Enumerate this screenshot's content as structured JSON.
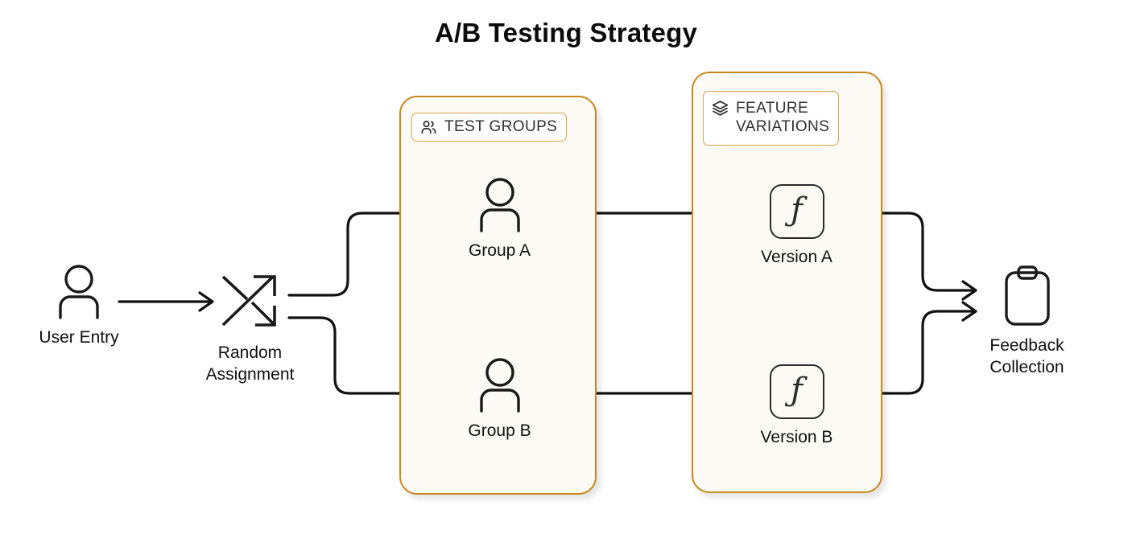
{
  "diagram": {
    "title": "A/B Testing Strategy",
    "accent_color": "#c8881f",
    "group_fill_color": "#fbfaf5",
    "badge_fill_color": "#ffffff",
    "stroke_color": "#111111",
    "background_color": "#ffffff"
  },
  "groups": [
    {
      "id": "test-groups",
      "badge_label": "TEST GROUPS",
      "badge_icon": "users-icon"
    },
    {
      "id": "feature-variations",
      "badge_label": "FEATURE\nVARIATIONS",
      "badge_icon": "layers-icon"
    }
  ],
  "nodes": [
    {
      "id": "user-entry",
      "label": "User Entry",
      "icon": "person-icon"
    },
    {
      "id": "random",
      "label": "Random\nAssignment",
      "icon": "shuffle-icon"
    },
    {
      "id": "group-a",
      "label": "Group A",
      "icon": "person-icon"
    },
    {
      "id": "group-b",
      "label": "Group B",
      "icon": "person-icon"
    },
    {
      "id": "version-a",
      "label": "Version A",
      "icon": "function-icon",
      "glyph": "ƒ"
    },
    {
      "id": "version-b",
      "label": "Version B",
      "icon": "function-icon",
      "glyph": "ƒ"
    },
    {
      "id": "feedback",
      "label": "Feedback\nCollection",
      "icon": "clipboard-icon"
    }
  ],
  "edges": [
    {
      "id": "edge-user-to-random",
      "from": "user-entry",
      "to": "random"
    },
    {
      "id": "edge-random-to-group-a",
      "from": "random",
      "to": "group-a"
    },
    {
      "id": "edge-random-to-group-b",
      "from": "random",
      "to": "group-b"
    },
    {
      "id": "edge-group-a-to-version-a",
      "from": "group-a",
      "to": "version-a"
    },
    {
      "id": "edge-group-b-to-version-b",
      "from": "group-b",
      "to": "version-b"
    },
    {
      "id": "edge-version-a-to-feedback",
      "from": "version-a",
      "to": "feedback"
    },
    {
      "id": "edge-version-b-to-feedback",
      "from": "version-b",
      "to": "feedback"
    }
  ]
}
